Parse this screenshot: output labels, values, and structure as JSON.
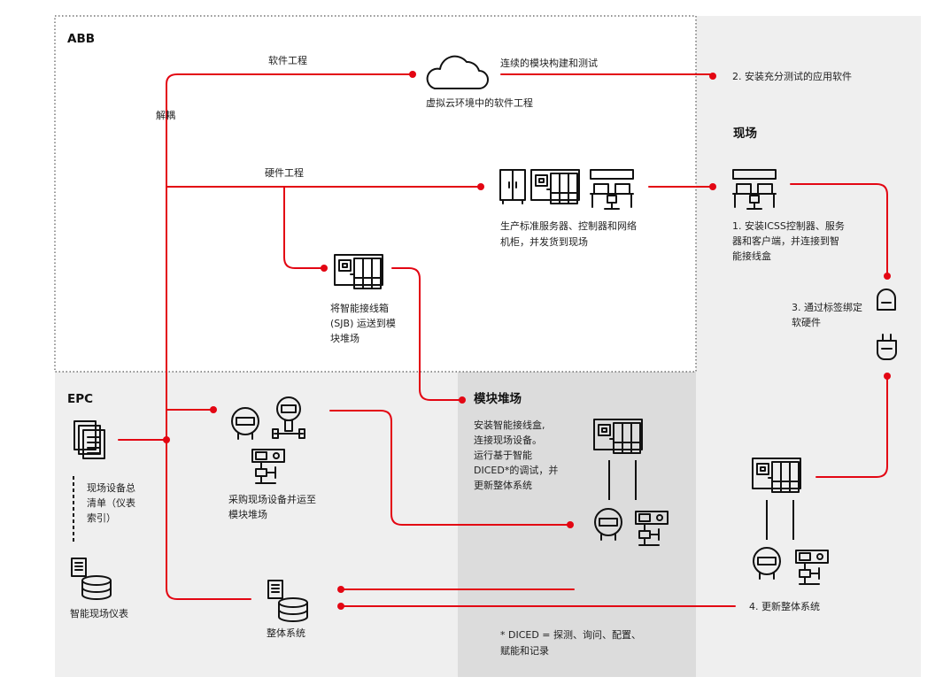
{
  "colors": {
    "accent": "#e30613",
    "zone_gray": "#efefef",
    "yard_gray": "#dcdcdc",
    "line_black": "#111111"
  },
  "zones": {
    "abb": "ABB",
    "epc": "EPC",
    "site": "现场",
    "yard": "模块堆场"
  },
  "labels": {
    "software_eng": "软件工程",
    "decouple": "解耦",
    "continuous_build": "连续的模块构建和测试",
    "virtual_cloud": "虚拟云环境中的软件工程",
    "step2": "2. 安装充分测试的应用软件",
    "hardware_eng": "硬件工程",
    "produce_cabinets": [
      "生产标准服务器、控制器和网络",
      "机柜，并发货到现场"
    ],
    "step1": [
      "1. 安装ICSS控制器、服务",
      "器和客户端，并连接到智",
      "能接线盒"
    ],
    "sjb_ship": [
      "将智能接线箱",
      "(SJB) 运送到模",
      "块堆场"
    ],
    "step3": [
      "3. 通过标签绑定",
      "软硬件"
    ],
    "yard_desc": [
      "安装智能接线盒,",
      "连接现场设备。",
      "运行基于智能",
      "DICED*的调试，并",
      "更新整体系统"
    ],
    "field_device_list": [
      "现场设备总",
      "清单（仪表",
      "索引）"
    ],
    "procure": [
      "采购现场设备并运至",
      "模块堆场"
    ],
    "smart_instruments": "智能现场仪表",
    "overall_system": "整体系统",
    "step4": "4. 更新整体系统",
    "footnote": [
      "* DICED = 探测、询问、配置、",
      "赋能和记录"
    ]
  },
  "icons": [
    "cloud-icon",
    "server-cabinet-icon",
    "controller-rack-icon",
    "workstation-icon",
    "junction-box-icon",
    "transmitter-icon",
    "sensor-box-icon",
    "document-stack-icon",
    "database-icon",
    "rfid-tag-icon",
    "plug-icon"
  ]
}
